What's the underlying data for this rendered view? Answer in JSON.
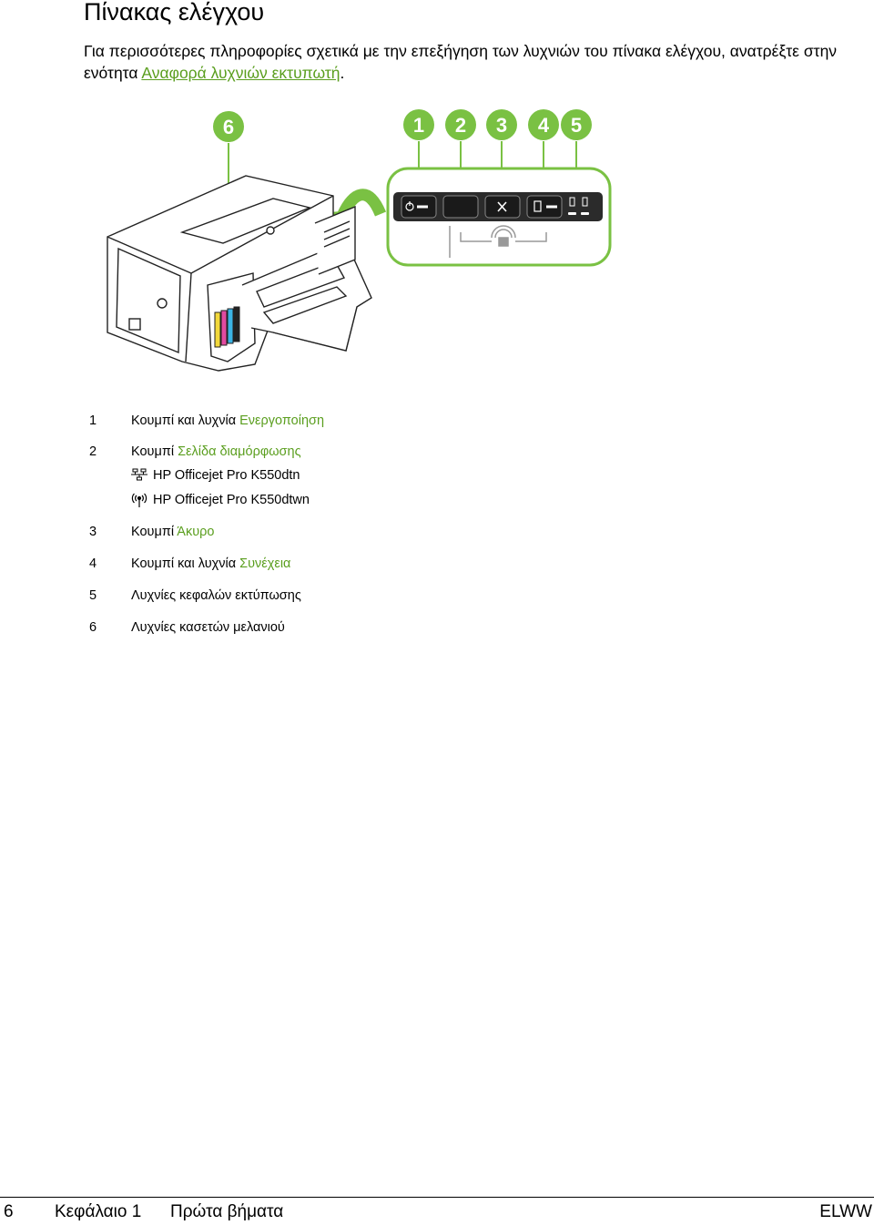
{
  "title": "Πίνακας ελέγχου",
  "intro": {
    "text": "Για περισσότερες πληροφορίες σχετικά με την επεξήγηση των λυχνιών του πίνακα ελέγχου, ανατρέξτε στην ενότητα ",
    "link": "Αναφορά λυχνιών εκτυπωτή",
    "end": "."
  },
  "figure": {
    "callouts": [
      "6",
      "1",
      "2",
      "3",
      "4",
      "5"
    ],
    "accent_color": "#7ac143",
    "icons": [
      "power-icon",
      "network-icon",
      "cancel-x-icon",
      "resume-icon",
      "printhead-lights-icon",
      "wireless-icon",
      "hp-logo-icon"
    ]
  },
  "legend": [
    {
      "num": "1",
      "text": "Κουμπί και λυχνία ",
      "link": "Ενεργοποίηση"
    },
    {
      "num": "2",
      "text": "Κουμπί ",
      "link": "Σελίδα διαμόρφωσης"
    },
    {
      "num": "3",
      "text": "Κουμπί ",
      "link": "Άκυρο"
    },
    {
      "num": "4",
      "text": "Κουμπί και λυχνία ",
      "link": "Συνέχεια"
    },
    {
      "num": "5",
      "text": "Λυχνίες κεφαλών εκτύπωσης",
      "link": ""
    },
    {
      "num": "6",
      "text": "Λυχνίες κασετών μελανιού",
      "link": ""
    }
  ],
  "models": [
    {
      "icon": "network-icon",
      "text": "HP Officejet Pro K550dtn"
    },
    {
      "icon": "wireless-icon",
      "text": "HP Officejet Pro K550dtwn"
    }
  ],
  "footer": {
    "page": "6",
    "chapter": "Κεφάλαιο 1",
    "section": "Πρώτα βήματα",
    "right": "ELWW"
  },
  "colors": {
    "link": "#5a9e1e",
    "callout": "#7ac143"
  }
}
